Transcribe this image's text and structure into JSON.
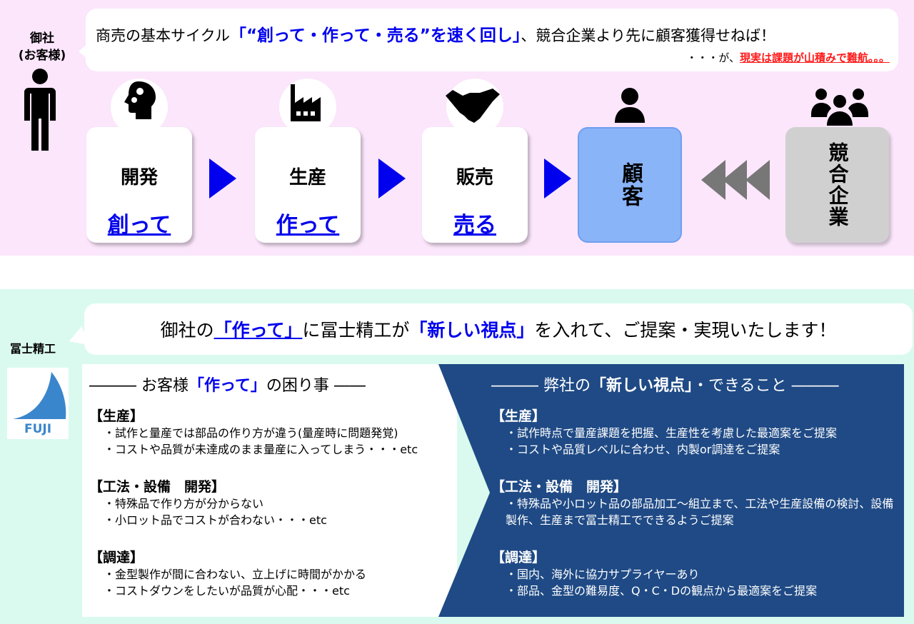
{
  "top": {
    "actor_label_1": "御社",
    "actor_label_2": "(お客様)",
    "headline_pre": "商売の基本サイクル",
    "headline_em": "「“創って・作って・売る”を速く回し」",
    "headline_post": "、競合企業より先に顧客獲得せねば！",
    "sub_pre": "・・・が、",
    "sub_em": "現実は課題が山積みで難航。。。",
    "stages": [
      {
        "title": "開発",
        "action": "創って",
        "icon": "head-gears-icon"
      },
      {
        "title": "生産",
        "action": "作って",
        "icon": "factory-icon"
      },
      {
        "title": "販売",
        "action": "売る",
        "icon": "handshake-icon"
      }
    ],
    "customer": "顧客",
    "competitor": "競合企業",
    "colors": {
      "accent": "#0000ee",
      "warning": "#ff1a1a",
      "customer": "#8ab4f8",
      "competitor": "#d0d0d0"
    }
  },
  "bottom": {
    "company_label": "冨士精工",
    "logo_text": "FUJI",
    "headline_pre": "御社の",
    "headline_em1": "「作って」",
    "headline_mid": "に冨士精工が",
    "headline_em2": "「新しい視点」",
    "headline_post": "を入れて、ご提案・実現いたします！",
    "left": {
      "title_pre": "――― お客様",
      "title_em": "「作って」",
      "title_post": "の困り事 ――",
      "sections": [
        {
          "heading": "【生産】",
          "items": [
            "・試作と量産では部品の作り方が違う(量産時に問題発覚)",
            "・コストや品質が未達成のまま量産に入ってしまう・・・etc"
          ]
        },
        {
          "heading": "【工法・設備　開発】",
          "items": [
            "・特殊品で作り方が分からない",
            "・小ロット品でコストが合わない・・・etc"
          ]
        },
        {
          "heading": "【調達】",
          "items": [
            "・金型製作が間に合わない、立上げに時間がかかる",
            "・コストダウンをしたいが品質が心配・・・etc"
          ]
        }
      ]
    },
    "right": {
      "title_pre": "――― 弊社の",
      "title_em": "「新しい視点」",
      "title_post": "・できること ―――",
      "sections": [
        {
          "heading": "【生産】",
          "items": [
            "・試作時点で量産課題を把握、生産性を考慮した最適案をご提案",
            "・コストや品質レベルに合わせ、内製or調達をご提案"
          ]
        },
        {
          "heading": "【工法・設備　開発】",
          "items": [
            "・特殊品や小ロット品の部品加工～組立まで、工法や生産設備の検討、設備製作、生産まで冨士精工でできるようご提案"
          ]
        },
        {
          "heading": "【調達】",
          "items": [
            "・国内、海外に協力サプライヤーあり",
            "・部品、金型の難易度、Q・C・Dの観点から最適案をご提案"
          ]
        }
      ],
      "color": "#1f4a85"
    }
  }
}
